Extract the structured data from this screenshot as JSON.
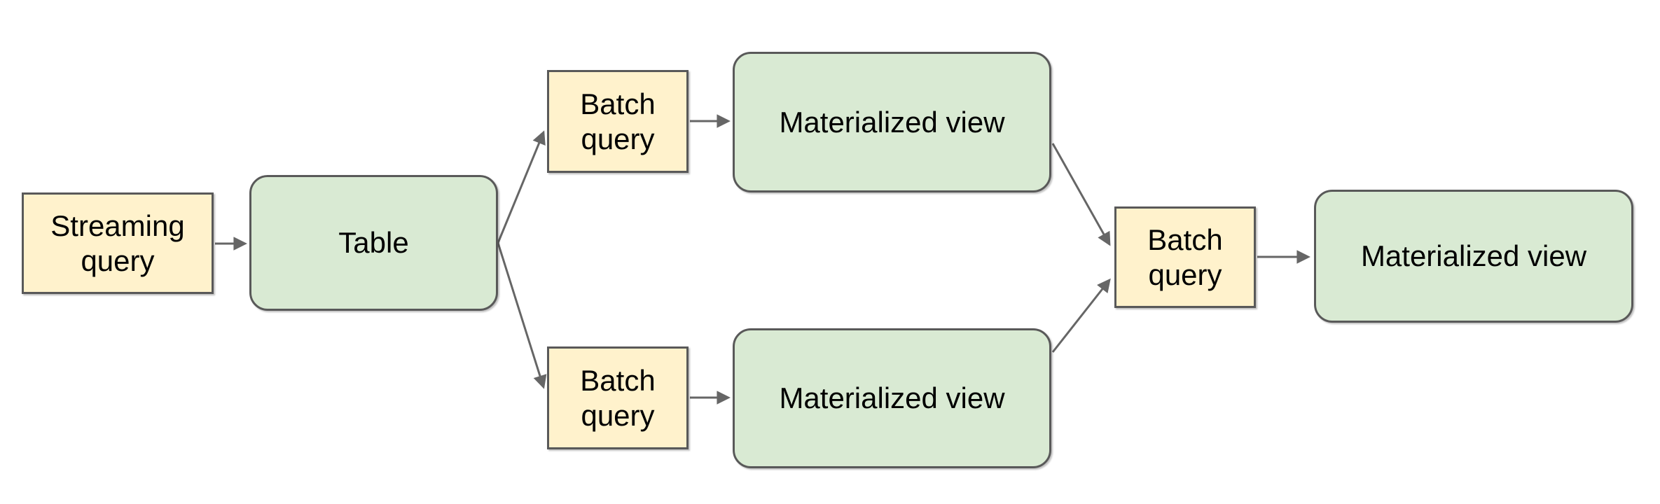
{
  "diagram": {
    "background_color": "#ffffff",
    "text_color": "#000000",
    "arrow_color": "#666666",
    "node_styles": {
      "query": {
        "fill": "#FFF2CC",
        "border": "#595959",
        "shape": "rectangle"
      },
      "dataset": {
        "fill": "#D9EAD3",
        "border": "#595959",
        "shape": "rounded-rectangle"
      }
    },
    "nodes": {
      "streaming_query": {
        "label": "Streaming\nquery",
        "kind": "query"
      },
      "table": {
        "label": "Table",
        "kind": "dataset"
      },
      "batch_query_top": {
        "label": "Batch\nquery",
        "kind": "query"
      },
      "materialized_view_top": {
        "label": "Materialized view",
        "kind": "dataset"
      },
      "batch_query_bottom": {
        "label": "Batch\nquery",
        "kind": "query"
      },
      "materialized_view_bottom": {
        "label": "Materialized view",
        "kind": "dataset"
      },
      "batch_query_right": {
        "label": "Batch\nquery",
        "kind": "query"
      },
      "materialized_view_final": {
        "label": "Materialized view",
        "kind": "dataset"
      }
    },
    "edges": [
      {
        "from": "streaming_query",
        "to": "table"
      },
      {
        "from": "table",
        "to": "batch_query_top"
      },
      {
        "from": "table",
        "to": "batch_query_bottom"
      },
      {
        "from": "batch_query_top",
        "to": "materialized_view_top"
      },
      {
        "from": "batch_query_bottom",
        "to": "materialized_view_bottom"
      },
      {
        "from": "materialized_view_top",
        "to": "batch_query_right"
      },
      {
        "from": "materialized_view_bottom",
        "to": "batch_query_right"
      },
      {
        "from": "batch_query_right",
        "to": "materialized_view_final"
      }
    ]
  }
}
